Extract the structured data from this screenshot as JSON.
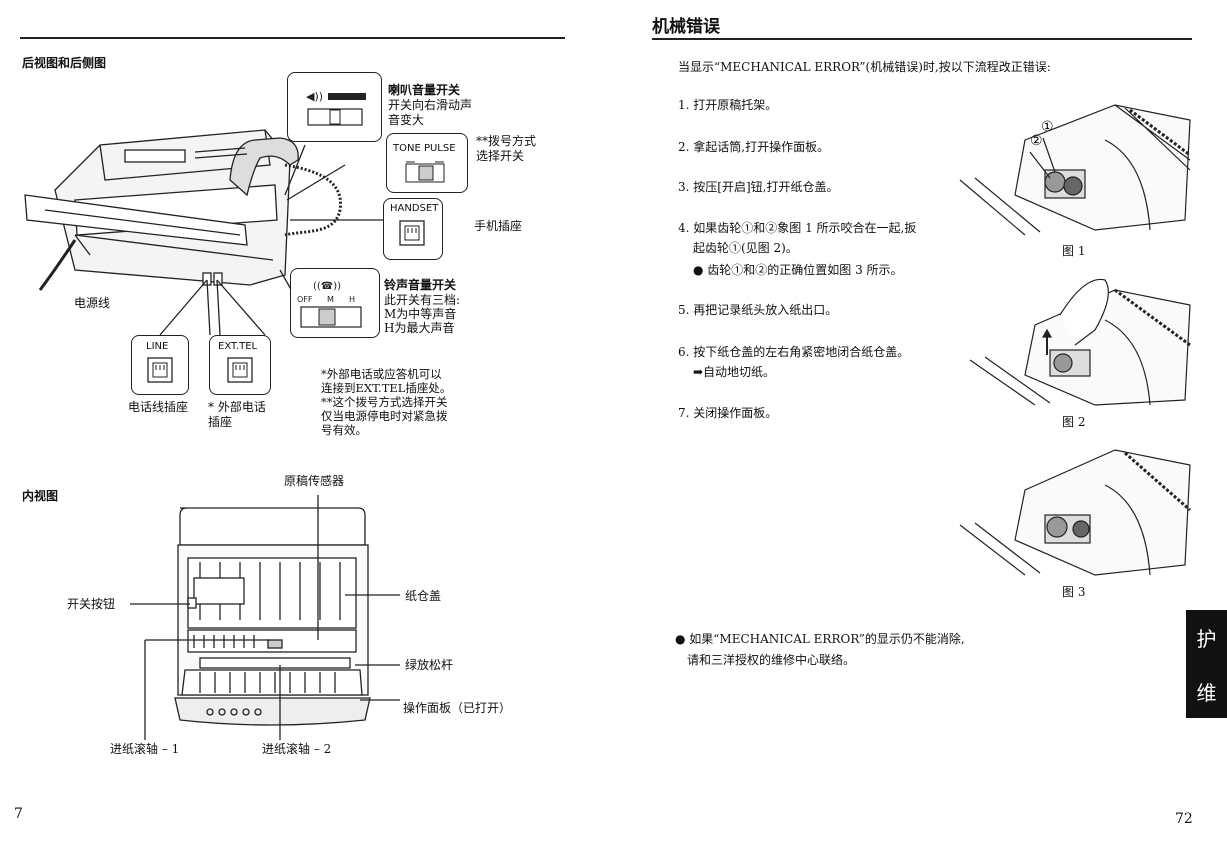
{
  "left": {
    "section1_title": "后视图和后侧图",
    "speaker": {
      "title": "喇叭音量开关",
      "desc1": "开关向右滑动声",
      "desc2": "音变大"
    },
    "tone_pulse": {
      "label": "TONE PULSE",
      "desc1": "**拨号方式",
      "desc2": "选择开关"
    },
    "handset": {
      "label": "HANDSET",
      "desc": "手机插座"
    },
    "ringer": {
      "title": "铃声音量开关",
      "desc1": "此开关有三档:",
      "desc2": "M为中等声音",
      "desc3": "H为最大声音",
      "off": "OFF",
      "m": "M",
      "h": "H"
    },
    "power_cord": "电源线",
    "line": {
      "label": "LINE",
      "desc": "电话线插座"
    },
    "ext_tel": {
      "label": "EXT.TEL",
      "desc1": "* 外部电话",
      "desc2": "插座"
    },
    "notes": [
      "*外部电话或应答机可以",
      "连接到EXT.TEL插座处。",
      "**这个拨号方式选择开关",
      "仅当电源停电时对紧急拨",
      "号有效。"
    ],
    "section2_title": "内视图",
    "inner": {
      "doc_sensor": "原稿传感器",
      "power_button": "开关按钮",
      "paper_cover": "纸仓盖",
      "green_lever": "绿放松杆",
      "panel_open": "操作面板（已打开）",
      "roller1": "进纸滚轴 – 1",
      "roller2": "进纸滚轴 – 2"
    },
    "page_number": "7"
  },
  "right": {
    "title": "机械错误",
    "intro": "当显示“MECHANICAL ERROR”(机械错误)时,按以下流程改正错误:",
    "steps": [
      "1. 打开原稿托架。",
      "2. 拿起话筒,打开操作面板。",
      "3. 按压[开启]钮,打开纸仓盖。",
      "4. 如果齿轮①和②象图 1 所示咬合在一起,扳",
      "起齿轮①(见图 2)。",
      "● 齿轮①和②的正确位置如图 3 所示。",
      "5. 再把记录纸头放入纸出口。",
      "6. 按下纸仓盖的左右角紧密地闭合纸仓盖。",
      "➡自动地切纸。",
      "7. 关闭操作面板。"
    ],
    "figures": [
      "图 1",
      "图 2",
      "图 3"
    ],
    "gear1": "①",
    "gear2": "②",
    "note_line1": "● 如果“MECHANICAL ERROR”的显示仍不能消除,",
    "note_line2": "请和三洋授权的维修中心联络。",
    "tab_chars": [
      "维",
      "护"
    ],
    "page_number": "72"
  }
}
